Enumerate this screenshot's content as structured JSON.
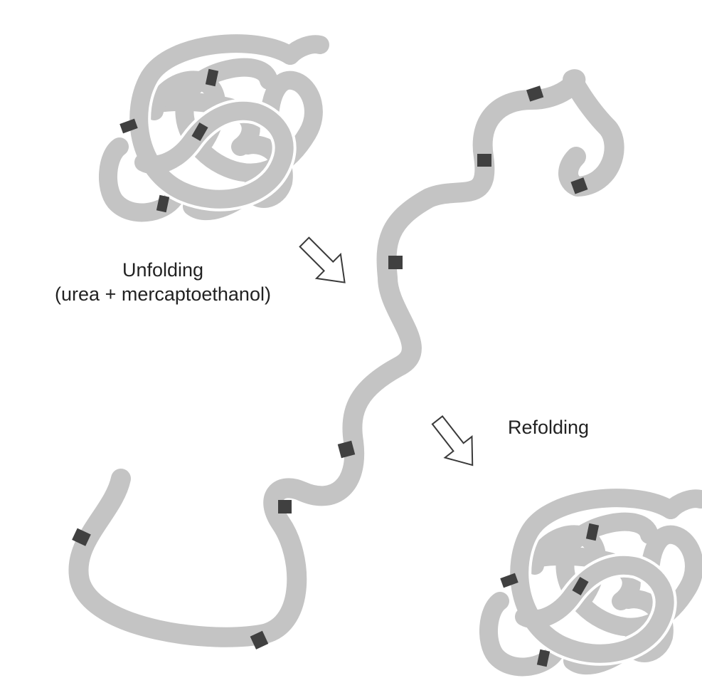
{
  "labels": {
    "unfolding_title": "Unfolding",
    "unfolding_reagents": "(urea + mercaptoethanol)",
    "refolding_title": "Refolding"
  },
  "colors": {
    "chain": "#c4c4c4",
    "disulfide": "#404040",
    "arrow_outline": "#3a3a3a",
    "text": "#222222",
    "background": "#ffffff"
  },
  "icons": {
    "unfold_arrow": "hollow-arrow-down-right-icon",
    "refold_arrow": "hollow-arrow-down-right-icon"
  }
}
